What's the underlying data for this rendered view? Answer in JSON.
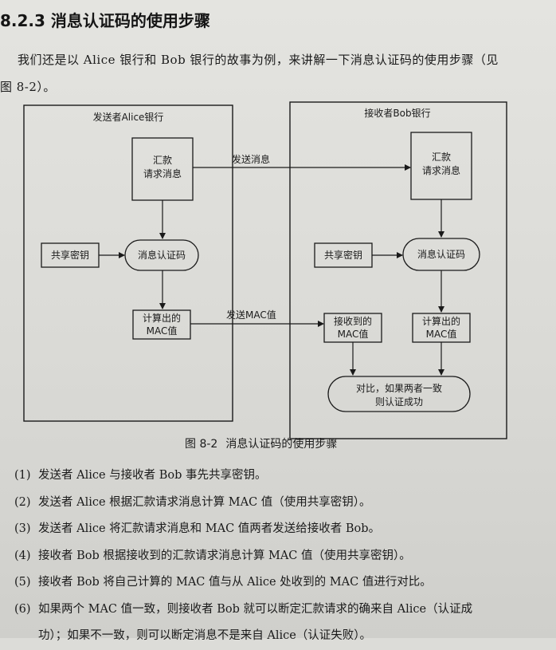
{
  "section": {
    "title": "8.2.3  消息认证码的使用步骤"
  },
  "intro": {
    "line1": "我们还是以 Alice 银行和 Bob 银行的故事为例，来讲解一下消息认证码的使用步骤（见",
    "line2": "图 8-2）。"
  },
  "figure": {
    "sender_title": "发送者Alice银行",
    "receiver_title": "接收者Bob银行",
    "sender_request": [
      "汇款",
      "请求消息"
    ],
    "receiver_request": [
      "汇款",
      "请求消息"
    ],
    "send_message_label": "发送消息",
    "send_mac_label": "发送MAC值",
    "sender_key": "共享密钥",
    "receiver_key": "共享密钥",
    "sender_mac_op": "消息认证码",
    "receiver_mac_op": "消息认证码",
    "sender_mac_value": [
      "计算出的",
      "MAC值"
    ],
    "received_mac_value": [
      "接收到的",
      "MAC值"
    ],
    "receiver_mac_value": [
      "计算出的",
      "MAC值"
    ],
    "compare": [
      "对比，如果两者一致",
      "则认证成功"
    ],
    "caption_num": "图 8-2",
    "caption_text": "消息认证码的使用步骤"
  },
  "steps": [
    {
      "num": "(1)",
      "lines": [
        "发送者 Alice 与接收者 Bob 事先共享密钥。"
      ]
    },
    {
      "num": "(2)",
      "lines": [
        "发送者 Alice 根据汇款请求消息计算 MAC 值（使用共享密钥）。"
      ]
    },
    {
      "num": "(3)",
      "lines": [
        "发送者 Alice 将汇款请求消息和 MAC 值两者发送给接收者 Bob。"
      ]
    },
    {
      "num": "(4)",
      "lines": [
        "接收者 Bob 根据接收到的汇款请求消息计算 MAC 值（使用共享密钥）。"
      ]
    },
    {
      "num": "(5)",
      "lines": [
        "接收者 Bob 将自己计算的 MAC 值与从 Alice 处收到的 MAC 值进行对比。"
      ]
    },
    {
      "num": "(6)",
      "lines": [
        "如果两个 MAC 值一致，则接收者 Bob 就可以断定汇款请求的确来自 Alice（认证成",
        "功）；如果不一致，则可以断定消息不是来自 Alice（认证失败）。"
      ]
    }
  ]
}
